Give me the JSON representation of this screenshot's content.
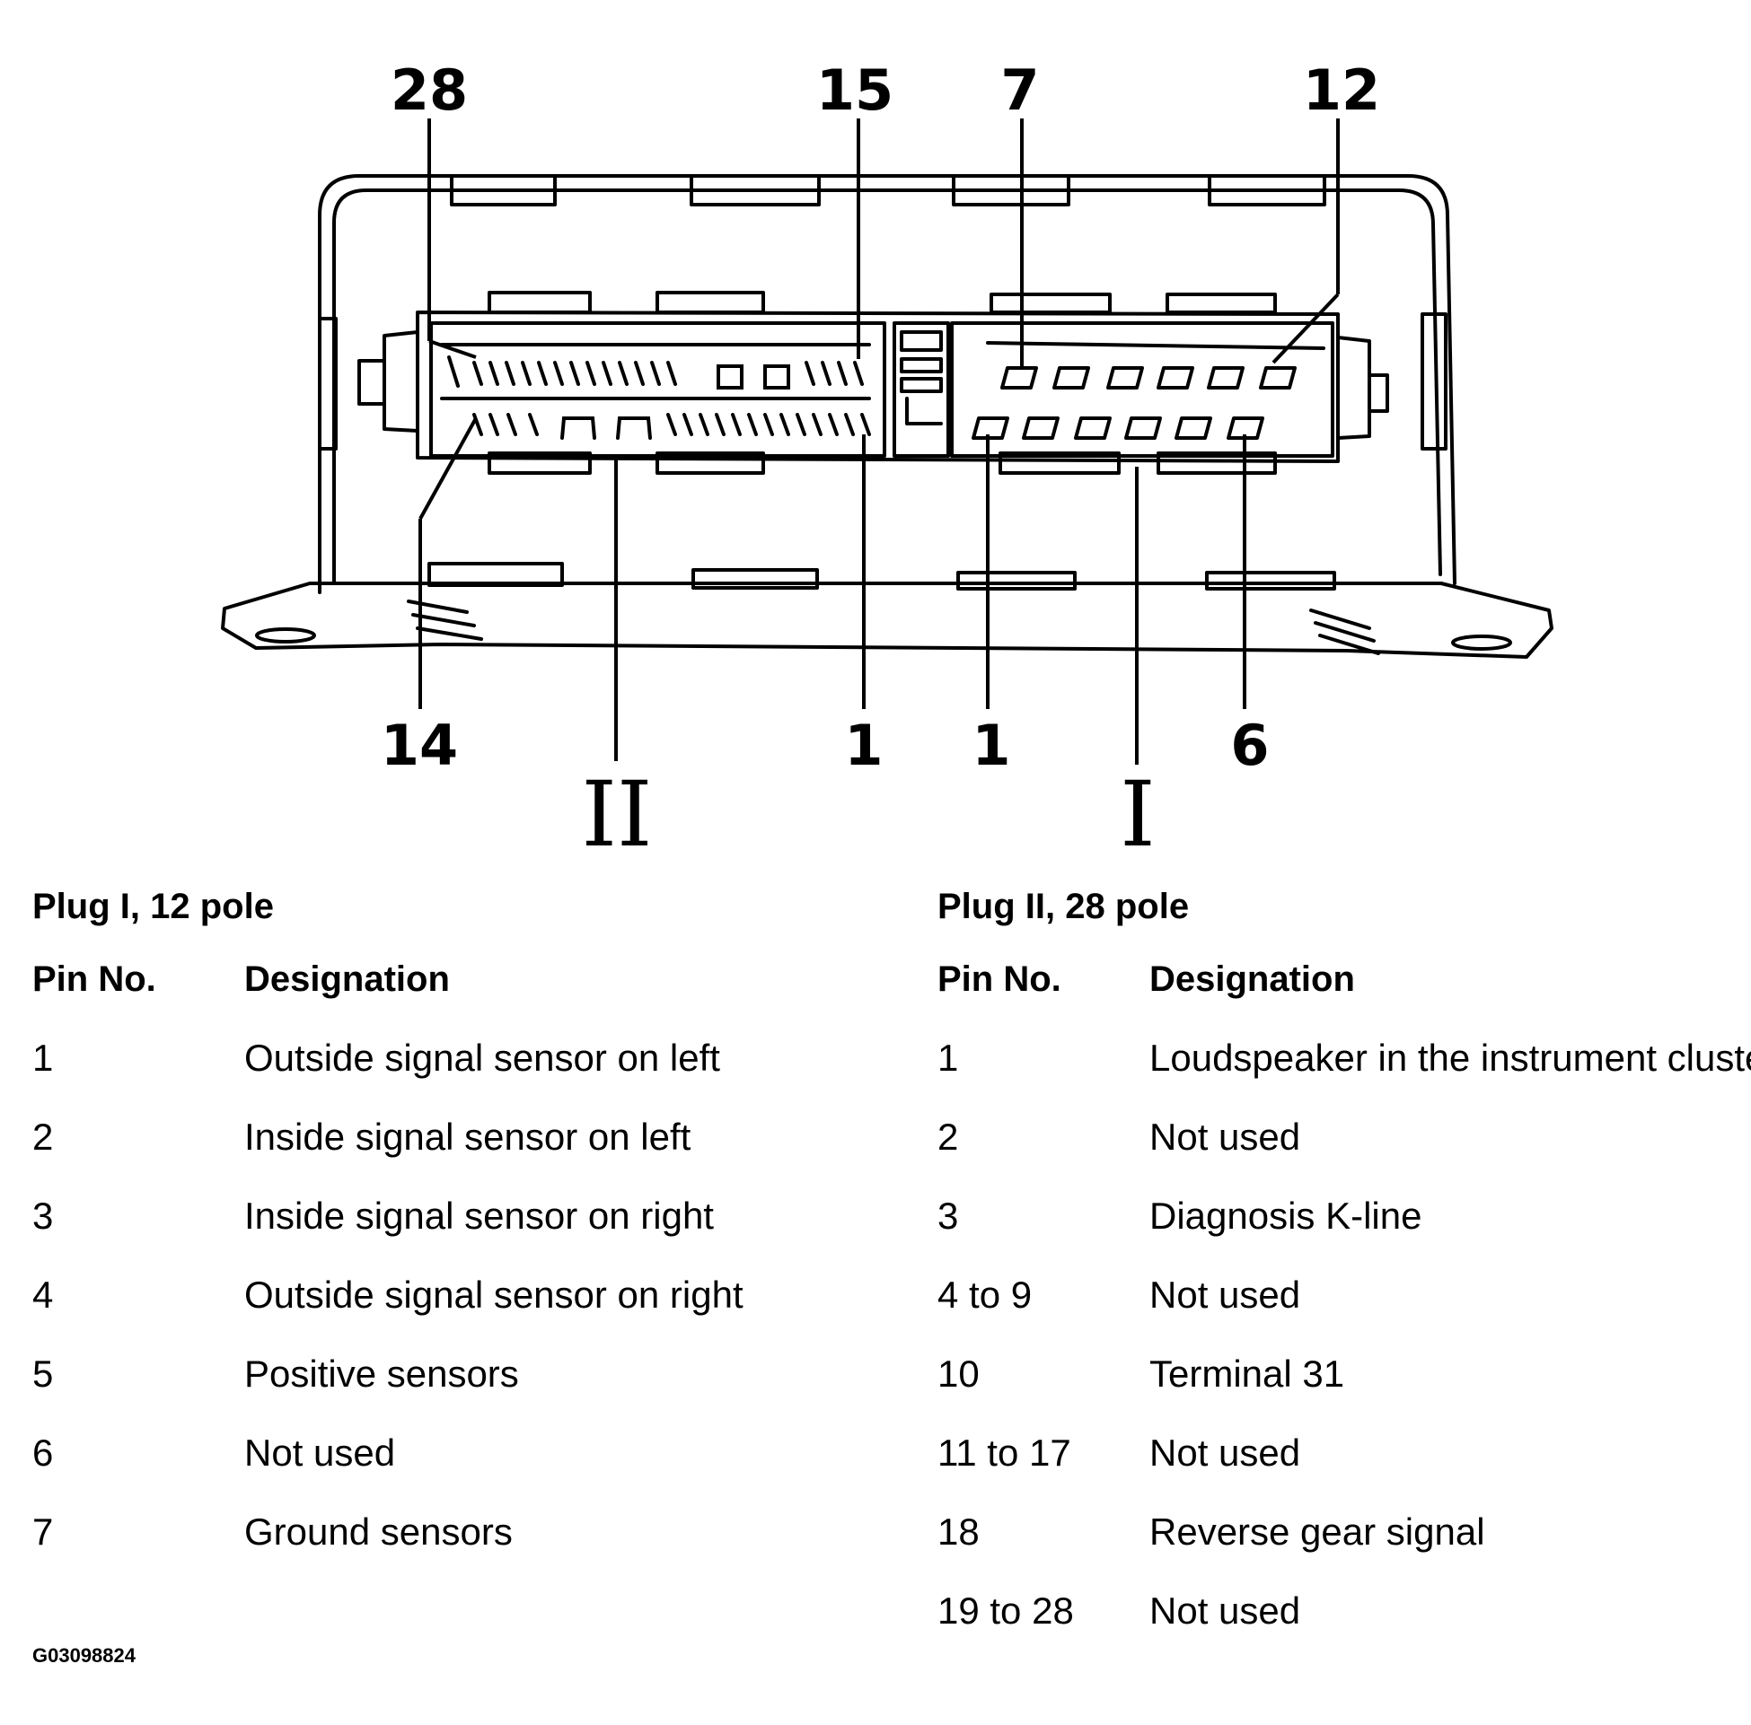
{
  "diagram": {
    "callouts_top": [
      "28",
      "15",
      "7",
      "12"
    ],
    "callouts_bottom": [
      "14",
      "1",
      "1",
      "6"
    ],
    "plug_markers": [
      "II",
      "I"
    ]
  },
  "plug_i": {
    "title": "Plug I, 12 pole",
    "header_pin": "Pin No.",
    "header_designation": "Designation",
    "rows": [
      {
        "pin": "1",
        "designation": "Outside signal sensor on left"
      },
      {
        "pin": "2",
        "designation": "Inside signal sensor on left"
      },
      {
        "pin": "3",
        "designation": "Inside signal sensor on right"
      },
      {
        "pin": "4",
        "designation": "Outside signal sensor on right"
      },
      {
        "pin": "5",
        "designation": "Positive sensors"
      },
      {
        "pin": "6",
        "designation": "Not used"
      },
      {
        "pin": "7",
        "designation": "Ground sensors"
      }
    ]
  },
  "plug_ii": {
    "title": "Plug II, 28 pole",
    "header_pin": "Pin No.",
    "header_designation": "Designation",
    "rows": [
      {
        "pin": "1",
        "designation": "Loudspeaker in the instrument cluster"
      },
      {
        "pin": "2",
        "designation": "Not used"
      },
      {
        "pin": "3",
        "designation": "Diagnosis K-line"
      },
      {
        "pin": "4 to 9",
        "designation": "Not used"
      },
      {
        "pin": "10",
        "designation": "Terminal 31"
      },
      {
        "pin": "11 to 17",
        "designation": "Not used"
      },
      {
        "pin": "18",
        "designation": "Reverse gear signal"
      },
      {
        "pin": "19 to 28",
        "designation": "Not used"
      }
    ]
  },
  "figure_id": "G03098824"
}
